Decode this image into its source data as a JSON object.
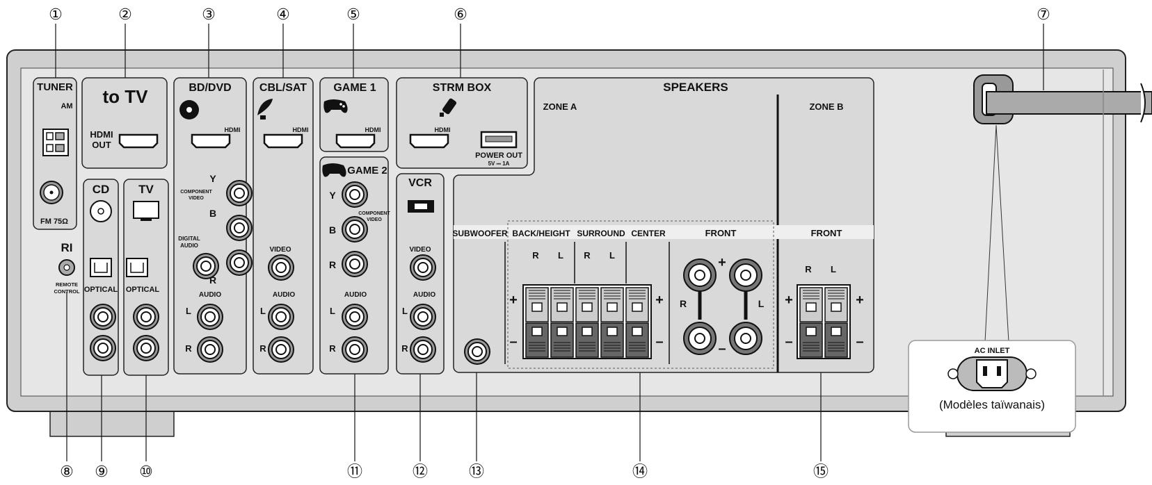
{
  "callouts": [
    "①",
    "②",
    "③",
    "④",
    "⑤",
    "⑥",
    "⑦",
    "⑧",
    "⑨",
    "⑩",
    "⑪",
    "⑫",
    "⑬",
    "⑭",
    "⑮"
  ],
  "tuner": {
    "title": "TUNER",
    "am": "AM",
    "fm": "FM 75Ω"
  },
  "to_tv": {
    "title": "to TV",
    "hdmi_out_1": "HDMI",
    "hdmi_out_2": "OUT"
  },
  "bd_dvd": {
    "title": "BD/DVD",
    "hdmi": "HDMI",
    "y": "Y",
    "b": "B",
    "r": "R",
    "component_1": "COMPONENT",
    "component_2": "VIDEO",
    "digital_1": "DIGITAL",
    "digital_2": "AUDIO",
    "audio": "AUDIO",
    "l": "L",
    "r2": "R"
  },
  "cbl_sat": {
    "title": "CBL/SAT",
    "hdmi": "HDMI",
    "video": "VIDEO",
    "audio": "AUDIO",
    "l": "L",
    "r": "R"
  },
  "game1": {
    "title": "GAME 1",
    "hdmi": "HDMI"
  },
  "game2": {
    "title": "GAME 2",
    "y": "Y",
    "b": "B",
    "r": "R",
    "component_1": "COMPONENT",
    "component_2": "VIDEO",
    "audio": "AUDIO",
    "l": "L",
    "r2": "R"
  },
  "strm_box": {
    "title": "STRM BOX",
    "hdmi": "HDMI",
    "power_out": "POWER OUT",
    "power_spec": "5V ⎓ 1A"
  },
  "vcr": {
    "title": "VCR",
    "video": "VIDEO",
    "audio": "AUDIO",
    "l": "L",
    "r": "R"
  },
  "cd": {
    "title": "CD",
    "optical": "OPTICAL"
  },
  "tv": {
    "title": "TV",
    "optical": "OPTICAL"
  },
  "ri": {
    "logo": "RI",
    "label_1": "REMOTE",
    "label_2": "CONTROL"
  },
  "speakers": {
    "title": "SPEAKERS",
    "zone_a": "ZONE A",
    "zone_b": "ZONE B",
    "subwoofer": "SUBWOOFER",
    "back_height": "BACK/HEIGHT",
    "surround": "SURROUND",
    "center": "CENTER",
    "front": "FRONT",
    "front_b": "FRONT",
    "r": "R",
    "l": "L",
    "plus": "+",
    "minus": "–"
  },
  "ac_inlet": {
    "label": "AC INLET",
    "caption": "(Modèles taïwanais)"
  }
}
